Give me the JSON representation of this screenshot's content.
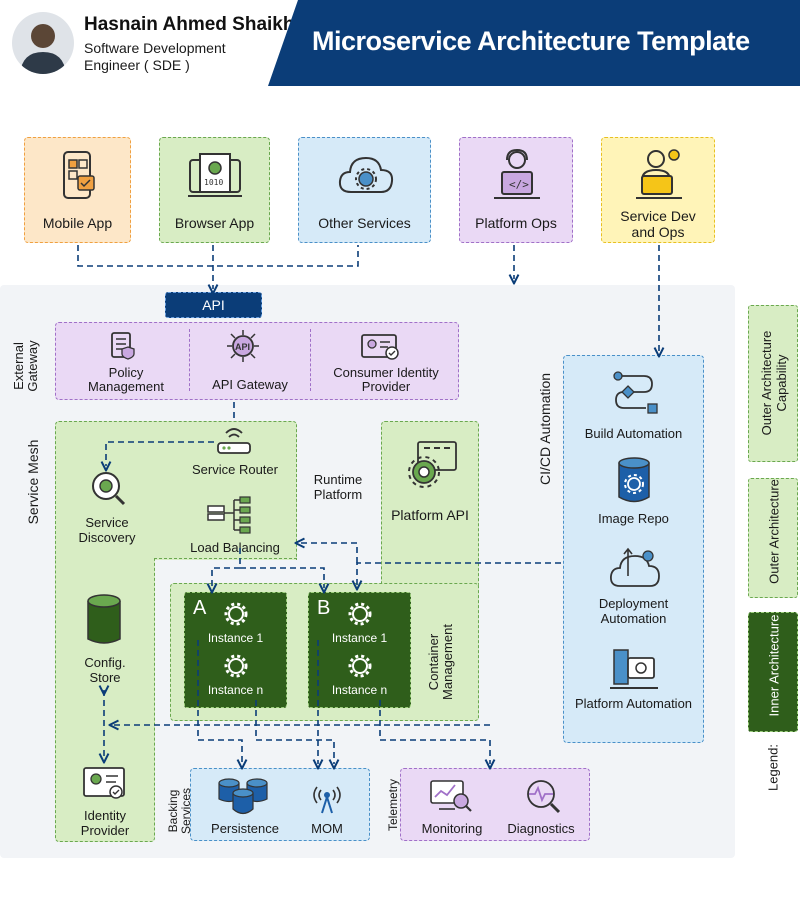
{
  "header": {
    "author_name": "Hasnain Ahmed Shaikh",
    "author_role_line1": "Software Development",
    "author_role_line2": "Engineer ( SDE )",
    "title": "Microservice Architecture Template"
  },
  "clients": {
    "mobile_app": "Mobile App",
    "browser_app": "Browser App",
    "other_services": "Other Services",
    "platform_ops": "Platform Ops",
    "service_dev_ops": "Service Dev and Ops"
  },
  "api_label": "API",
  "external_gateway": {
    "side_label": "External Gateway",
    "policy_management": "Policy Management",
    "api_gateway": "API Gateway",
    "consumer_identity_provider": "Consumer Identity Provider"
  },
  "service_mesh": {
    "side_label": "Service Mesh",
    "service_router": "Service Router",
    "service_discovery": "Service Discovery",
    "load_balancing": "Load Balancing",
    "config_store": "Config. Store",
    "identity_provider": "Identity Provider"
  },
  "runtime_platform": "Runtime Platform",
  "platform_api": "Platform API",
  "container_management": "Container Management",
  "instances": {
    "a_letter": "A",
    "b_letter": "B",
    "instance_1": "Instance 1",
    "instance_n": "Instance n"
  },
  "cicd": {
    "side_label": "CI/CD Automation",
    "build_automation": "Build Automation",
    "image_repo": "Image Repo",
    "deployment_automation": "Deployment Automation",
    "platform_automation": "Platform Automation"
  },
  "backing_services": {
    "side_label": "Backing Services",
    "persistence": "Persistence",
    "mom": "MOM"
  },
  "telemetry": {
    "side_label": "Telemetry",
    "monitoring": "Monitoring",
    "diagnostics": "Diagnostics"
  },
  "legend": {
    "label": "Legend:",
    "outer_capability": "Outer Architecture Capability",
    "outer": "Outer Architecture",
    "inner": "Inner Architecture"
  },
  "colors": {
    "navy": "#0b3d78",
    "dark_green": "#2f5e1b",
    "light_green": "#d8edc4",
    "orange": "#fde7c8",
    "blue": "#d6eaf8",
    "purple": "#ead9f5",
    "yellow": "#fff4b8",
    "panel_gray": "#f2f4f7"
  }
}
